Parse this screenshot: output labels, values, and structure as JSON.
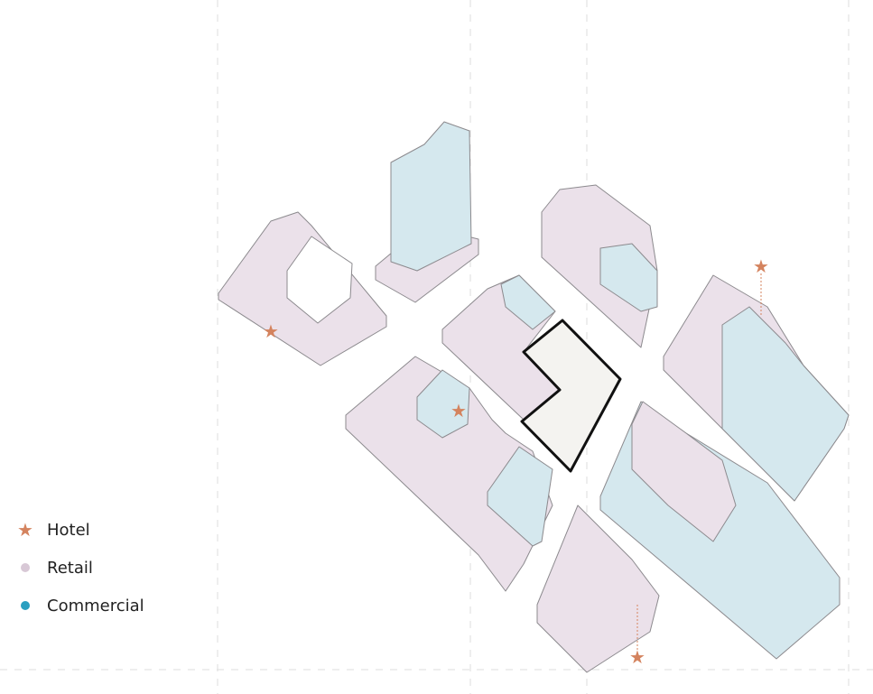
{
  "legend": {
    "items": [
      {
        "label": "Hotel",
        "icon": "star",
        "color": "#d4835e"
      },
      {
        "label": "Retail",
        "icon": "dot",
        "color": "#d8c8d6"
      },
      {
        "label": "Commercial",
        "icon": "dot",
        "color": "#2a9fc0"
      }
    ]
  },
  "colors": {
    "retail_fill": "#ebe1ea",
    "commercial_fill": "#d5e8ee",
    "site_fill": "#f4f3f0",
    "outline": "#8c8a8e",
    "site_outline": "#111111",
    "hotel_marker": "#d4835e"
  }
}
